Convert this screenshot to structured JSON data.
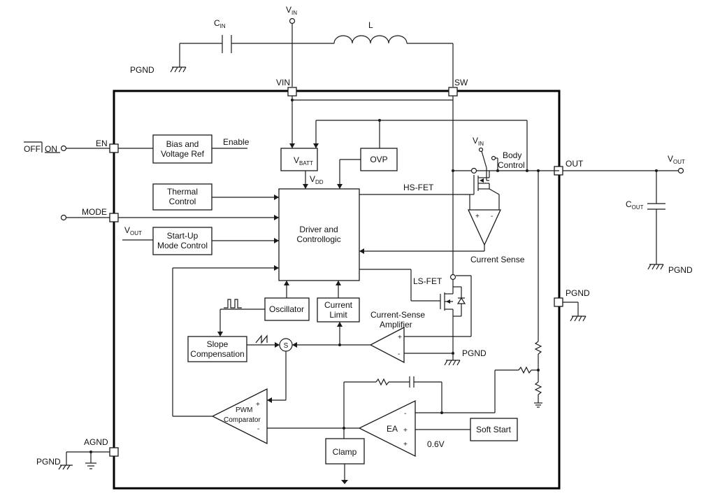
{
  "external": {
    "vin_top": {
      "main": "V",
      "sub": "IN"
    },
    "cin": {
      "main": "C",
      "sub": "IN"
    },
    "inductor": "L",
    "pgnd_top": "PGND",
    "off_on": {
      "off": "OFF",
      "on": "ON"
    },
    "vout_right": {
      "main": "V",
      "sub": "OUT"
    },
    "cout": {
      "main": "C",
      "sub": "OUT"
    },
    "pgnd_right": "PGND",
    "pgnd_bottom_left": "PGND",
    "vout_left": {
      "main": "V",
      "sub": "OUT"
    }
  },
  "pins": {
    "vin": "VIN",
    "sw": "SW",
    "en": "EN",
    "mode": "MODE",
    "out": "OUT",
    "pgnd": "PGND",
    "agnd": "AGND"
  },
  "blocks": {
    "bias": [
      "Bias and",
      "Voltage Ref"
    ],
    "enable_label": "Enable",
    "vbatt": {
      "main": "V",
      "sub": "BATT"
    },
    "vdd": {
      "main": "V",
      "sub": "DD"
    },
    "ovp": "OVP",
    "thermal": [
      "Thermal",
      "Control"
    ],
    "startup": [
      "Start-Up",
      "Mode Control"
    ],
    "driver": [
      "Driver and",
      "Controllogic"
    ],
    "oscillator": "Oscillator",
    "current_limit": [
      "Current",
      "Limit"
    ],
    "slope": [
      "Slope",
      "Compensation"
    ],
    "sum": "S",
    "pwm": [
      "PWM",
      "Comparator"
    ],
    "ea": "EA",
    "clamp": "Clamp",
    "soft_start": "Soft Start",
    "ref_voltage": "0.6V"
  },
  "labels": {
    "hs_fet": "HS-FET",
    "ls_fet": "LS-FET",
    "current_sense": "Current Sense",
    "cs_amp": [
      "Current-Sense",
      "Amplifier"
    ],
    "body_control": [
      "Body",
      "Control"
    ],
    "vin_switch": {
      "main": "V",
      "sub": "IN"
    },
    "pgnd_mid": "PGND",
    "plus": "+",
    "minus": "-"
  }
}
